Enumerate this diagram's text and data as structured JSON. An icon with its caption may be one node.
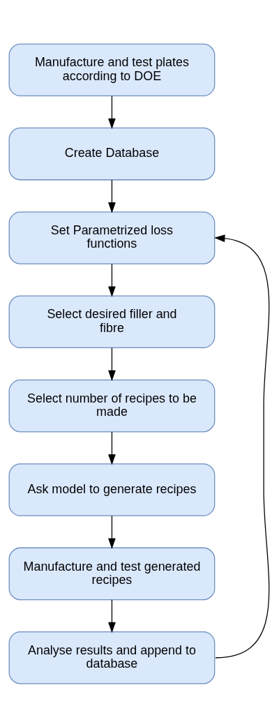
{
  "diagram": {
    "nodes": [
      {
        "text": [
          "Manufacture and test plates according to DOE"
        ]
      },
      {
        "text": [
          "Create Database"
        ]
      },
      {
        "text": [
          "Set Parametrized loss functions"
        ]
      },
      {
        "text": [
          "Select desired filler and fibre"
        ]
      },
      {
        "text": [
          "Select number of recipes to be made"
        ]
      },
      {
        "text": [
          "Ask model to generate recipes"
        ]
      },
      {
        "text": [
          "Manufacture and test generated recipes"
        ]
      },
      {
        "text": [
          "Analyse results and append to database"
        ]
      }
    ],
    "edges": [
      {
        "from": 0,
        "to": 1,
        "arrow": "to"
      },
      {
        "from": 1,
        "to": 2,
        "arrow": "to"
      },
      {
        "from": 2,
        "to": 3,
        "arrow": "to"
      },
      {
        "from": 3,
        "to": 4,
        "arrow": "to"
      },
      {
        "from": 4,
        "to": 5,
        "arrow": "to"
      },
      {
        "from": 5,
        "to": 6,
        "arrow": "to"
      },
      {
        "from": 6,
        "to": 7,
        "arrow": "to"
      },
      {
        "from": 7,
        "to": 2,
        "arrow": "to"
      }
    ]
  }
}
